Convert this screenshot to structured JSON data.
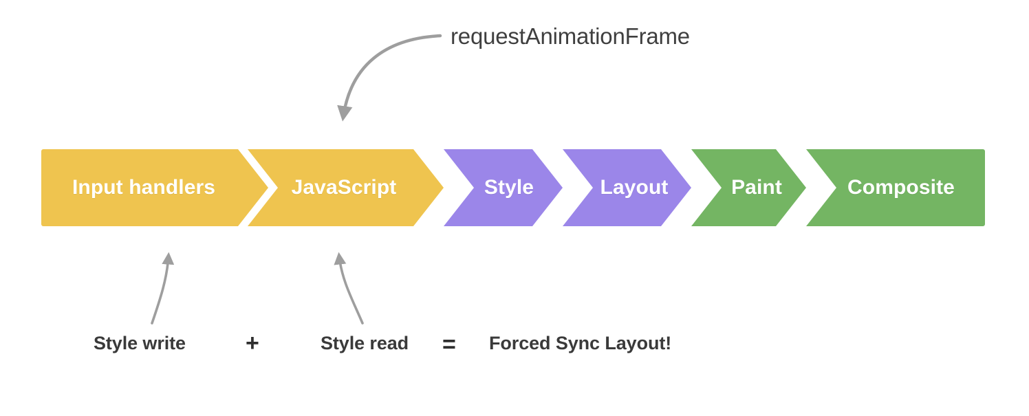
{
  "diagram": {
    "title_annotation": "requestAnimationFrame",
    "background_color": "#ffffff",
    "annotation_color": "#3f3f3f",
    "arrow_color": "#9e9e9e"
  },
  "pipeline": {
    "name": "browser-rendering-pipeline",
    "segments": [
      {
        "label": "Input handlers",
        "color": "#efc44f",
        "group": "javascript"
      },
      {
        "label": "JavaScript",
        "color": "#efc44f",
        "group": "javascript"
      },
      {
        "label": "Style",
        "color": "#9b86e9",
        "group": "style-layout"
      },
      {
        "label": "Layout",
        "color": "#9b86e9",
        "group": "style-layout"
      },
      {
        "label": "Paint",
        "color": "#74b563",
        "group": "paint-composite"
      },
      {
        "label": "Composite",
        "color": "#74b563",
        "group": "paint-composite"
      }
    ]
  },
  "formula": {
    "term_one": "Style write",
    "operator_plus": "+",
    "term_two": "Style read",
    "operator_equals": "=",
    "result": "Forced Sync Layout!"
  },
  "annotations": {
    "raf_arrow": "curved-arrow-pointing-to-javascript-segment",
    "style_write_arrow": "curved-arrow-pointing-to-input-handlers-segment",
    "style_read_arrow": "curved-arrow-pointing-to-javascript-segment"
  }
}
